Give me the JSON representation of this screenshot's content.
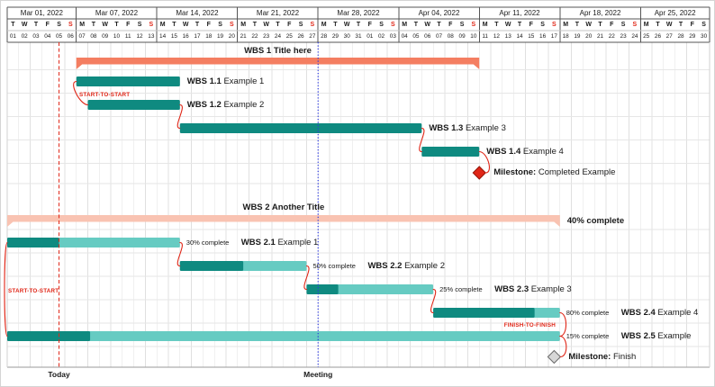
{
  "chart_data": {
    "type": "gantt",
    "calendar": {
      "weeks": [
        {
          "label": "Mar 01, 2022",
          "days": 6
        },
        {
          "label": "Mar 07, 2022",
          "days": 7
        },
        {
          "label": "Mar 14, 2022",
          "days": 7
        },
        {
          "label": "Mar 21, 2022",
          "days": 7
        },
        {
          "label": "Mar 28, 2022",
          "days": 7
        },
        {
          "label": "Apr 04, 2022",
          "days": 7
        },
        {
          "label": "Apr 11, 2022",
          "days": 7
        },
        {
          "label": "Apr 18, 2022",
          "days": 7
        },
        {
          "label": "Apr 25, 2022",
          "days": 6
        }
      ],
      "day_letters": [
        "T",
        "W",
        "T",
        "F",
        "S",
        "S",
        "M",
        "T",
        "W",
        "T",
        "F",
        "S",
        "S",
        "M",
        "T",
        "W",
        "T",
        "F",
        "S",
        "S",
        "M",
        "T",
        "W",
        "T",
        "F",
        "S",
        "S",
        "M",
        "T",
        "W",
        "T",
        "F",
        "S",
        "S",
        "M",
        "T",
        "W",
        "T",
        "F",
        "S",
        "S",
        "M",
        "T",
        "W",
        "T",
        "F",
        "S",
        "S",
        "M",
        "T",
        "W",
        "T",
        "F",
        "S",
        "S",
        "M",
        "T",
        "W",
        "T",
        "F",
        "S"
      ],
      "day_numbers": [
        "01",
        "02",
        "03",
        "04",
        "05",
        "06",
        "07",
        "08",
        "09",
        "10",
        "11",
        "12",
        "13",
        "14",
        "15",
        "16",
        "17",
        "18",
        "19",
        "20",
        "21",
        "22",
        "23",
        "24",
        "25",
        "26",
        "27",
        "28",
        "29",
        "30",
        "31",
        "01",
        "02",
        "03",
        "04",
        "05",
        "06",
        "07",
        "08",
        "09",
        "10",
        "11",
        "12",
        "13",
        "14",
        "15",
        "16",
        "17",
        "18",
        "19",
        "20",
        "21",
        "22",
        "23",
        "24",
        "25",
        "26",
        "27",
        "28",
        "29",
        "30"
      ],
      "sunday_indices": [
        5,
        12,
        19,
        26,
        33,
        40,
        47,
        54
      ]
    },
    "rows": [
      {
        "id": "wbs1",
        "kind": "group",
        "bold": "WBS 1",
        "text": "Title here",
        "start": 7,
        "end": 41,
        "color": "group_bar"
      },
      {
        "id": "wbs1.1",
        "kind": "task",
        "bold": "WBS 1.1",
        "text": "Example 1",
        "start": 7,
        "end": 15
      },
      {
        "id": "wbs1.2",
        "kind": "task",
        "bold": "WBS 1.2",
        "text": "Example 2",
        "start": 8,
        "end": 15
      },
      {
        "id": "wbs1.3",
        "kind": "task",
        "bold": "WBS 1.3",
        "text": "Example 3",
        "start": 16,
        "end": 36
      },
      {
        "id": "wbs1.4",
        "kind": "task",
        "bold": "WBS 1.4",
        "text": "Example 4",
        "start": 37,
        "end": 41
      },
      {
        "id": "ms1",
        "kind": "milestone",
        "bold": "Milestone:",
        "text": "Completed Example",
        "day": 41,
        "align": "end",
        "variant": "red"
      },
      {
        "id": "wbs2",
        "kind": "group",
        "bold": "WBS 2",
        "text": "Another Title",
        "start": 1,
        "end": 48,
        "color": "group_bar_light",
        "progress_label": "40% complete"
      },
      {
        "id": "wbs2.1",
        "kind": "task",
        "bold": "WBS 2.1",
        "text": "Example 1",
        "start": 1,
        "end": 15,
        "progress": 30,
        "progress_label": "30% complete"
      },
      {
        "id": "wbs2.2",
        "kind": "task",
        "bold": "WBS 2.2",
        "text": "Example 2",
        "start": 16,
        "end": 26,
        "progress": 50,
        "progress_label": "50% complete"
      },
      {
        "id": "wbs2.3",
        "kind": "task",
        "bold": "WBS 2.3",
        "text": "Example 3",
        "start": 27,
        "end": 37,
        "progress": 25,
        "progress_label": "25% complete"
      },
      {
        "id": "wbs2.4",
        "kind": "task",
        "bold": "WBS 2.4",
        "text": "Example 4",
        "start": 38,
        "end": 48,
        "progress": 80,
        "progress_label": "80% complete"
      },
      {
        "id": "wbs2.5",
        "kind": "task",
        "bold": "WBS 2.5",
        "text": "Example",
        "start": 1,
        "end": 48,
        "progress": 15,
        "progress_label": "15% complete"
      },
      {
        "id": "ms2",
        "kind": "milestone",
        "bold": "Milestone:",
        "text": "Finish",
        "day": 48,
        "align": "middle",
        "variant": "gray"
      }
    ],
    "links": [
      {
        "from": "wbs1.1",
        "to": "wbs1.2",
        "type": "start-to-start",
        "label": "START-TO-START"
      },
      {
        "from": "wbs1.2",
        "to": "wbs1.3",
        "type": "finish-to-start"
      },
      {
        "from": "wbs1.3",
        "to": "wbs1.4",
        "type": "finish-to-start"
      },
      {
        "from": "wbs1.4",
        "to": "ms1",
        "type": "finish-to-milestone"
      },
      {
        "from": "wbs2.1",
        "to": "wbs2.2",
        "type": "finish-to-start"
      },
      {
        "from": "wbs2.2",
        "to": "wbs2.3",
        "type": "finish-to-start"
      },
      {
        "from": "wbs2.3",
        "to": "wbs2.4",
        "type": "finish-to-start"
      },
      {
        "from": "wbs2.1",
        "to": "wbs2.5",
        "type": "start-to-start",
        "label": "START-TO-START"
      },
      {
        "from": "wbs2.4",
        "to": "wbs2.5",
        "type": "finish-to-finish",
        "label": "FINISH-TO-FINISH"
      },
      {
        "from": "wbs2.5",
        "to": "ms2",
        "type": "finish-to-milestone"
      }
    ],
    "markers": [
      {
        "label": "Today",
        "day": 5,
        "at": "middle",
        "style": "dashed",
        "color_key": "red"
      },
      {
        "label": "Meeting",
        "day": 28,
        "at": "start",
        "style": "dotted",
        "color_key": "blue"
      }
    ],
    "colors": {
      "group_bar": "#f47e61",
      "group_bar_light": "#f9c3b2",
      "task_bar": "#0f8a80",
      "task_bar_light": "#66cbc2",
      "link": "#e02617",
      "sunday": "#e02617",
      "today_line": "#e02617",
      "meeting_line": "#2e3bdf",
      "milestone_red": "#e02617",
      "milestone_red_border": "#931407",
      "milestone_gray": "#d7d7d7",
      "milestone_gray_border": "#6b6b6b"
    }
  }
}
